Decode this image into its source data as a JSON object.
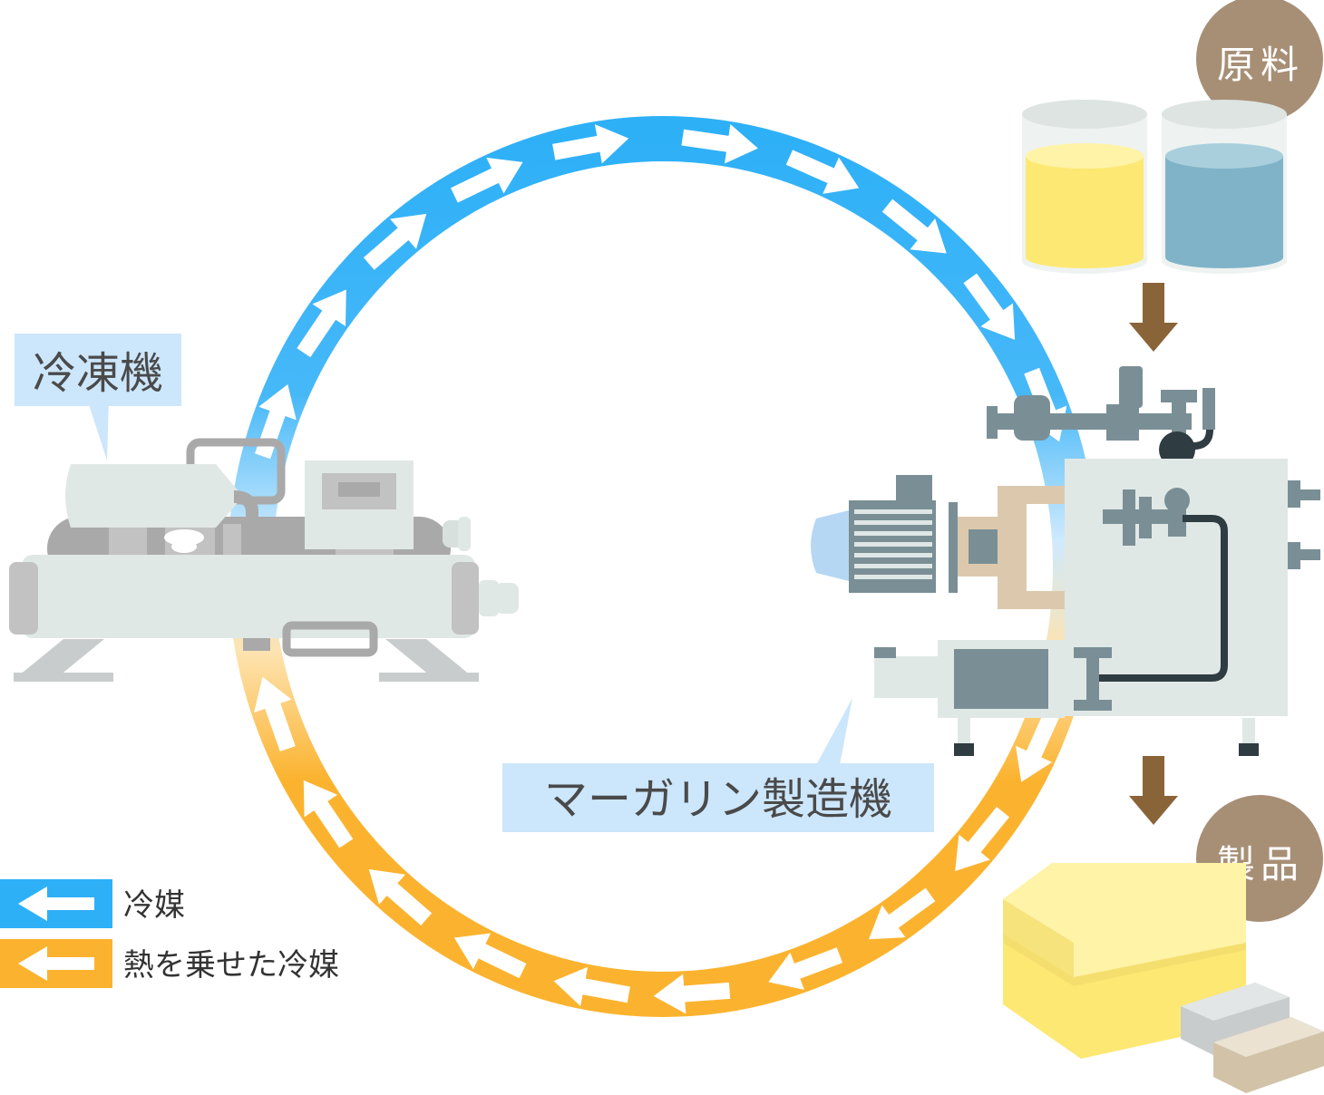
{
  "labels": {
    "chiller": "冷凍機",
    "margarine_machine": "マーガリン製造機",
    "raw_materials": "原料",
    "product": "製品"
  },
  "legend": {
    "items": [
      {
        "label": "冷媒",
        "color": "#2eb0f7"
      },
      {
        "label": "熱を乗せた冷媒",
        "color": "#fbb32f"
      }
    ]
  },
  "colors": {
    "refrigerant": "#2eb0f7",
    "heated_refrigerant": "#fbb32f",
    "label_bg": "#cce6fb",
    "badge_bg": "#a78f76",
    "flow_arrow": "#8a6439",
    "machine_body": "#e0e8e6",
    "machine_dark": "#7a8f95"
  }
}
